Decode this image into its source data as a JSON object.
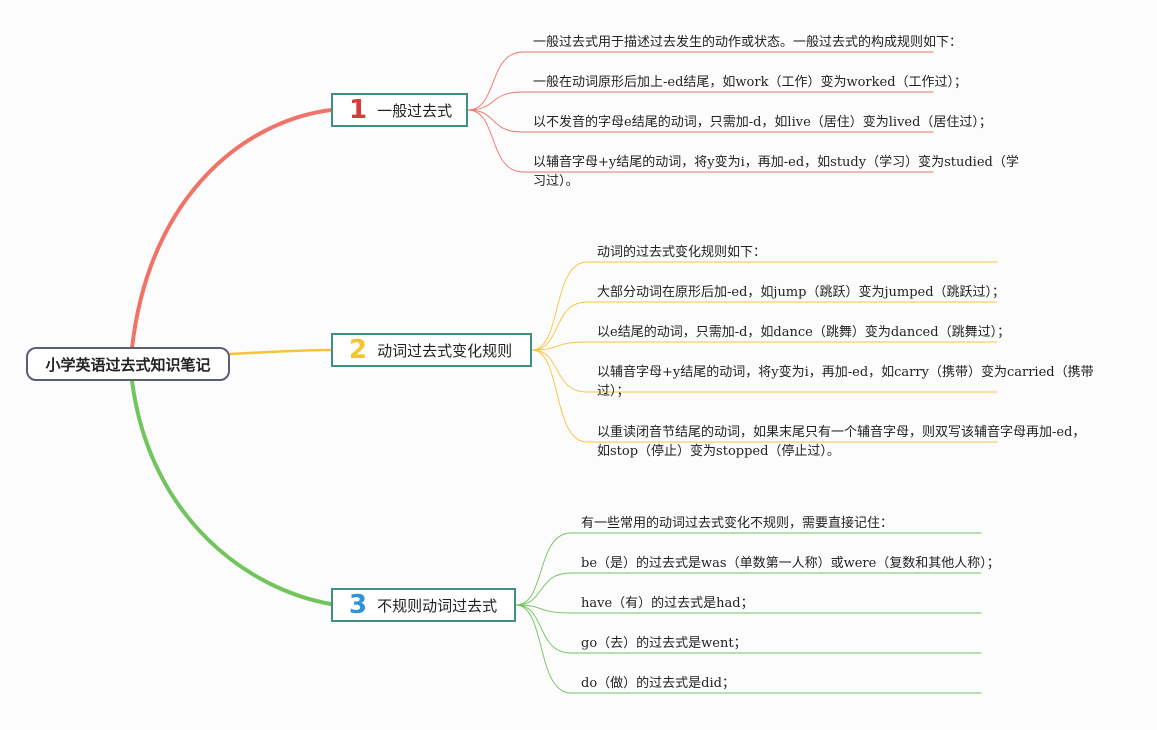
{
  "root": {
    "label": "小学英语过去式知识笔记"
  },
  "branches": [
    {
      "number": "1",
      "label": "一般过去式",
      "color": "#f07368",
      "number_color": "#d93a3a",
      "leaves": [
        "一般过去式用于描述过去发生的动作或状态。一般过去式的构成规则如下：",
        "一般在动词原形后加上-ed结尾，如work（工作）变为worked（工作过）；",
        "以不发音的字母e结尾的动词，只需加-d，如live（居住）变为lived（居住过）；",
        "以辅音字母+y结尾的动词，将y变为i，再加-ed，如study（学习）变为studied（学习过）。"
      ]
    },
    {
      "number": "2",
      "label": "动词过去式变化规则",
      "color": "#f8c33c",
      "number_color": "#f5c431",
      "leaves": [
        "动词的过去式变化规则如下：",
        "大部分动词在原形后加-ed，如jump（跳跃）变为jumped（跳跃过）；",
        "以e结尾的动词，只需加-d，如dance（跳舞）变为danced（跳舞过）；",
        "以辅音字母+y结尾的动词，将y变为i，再加-ed，如carry（携带）变为carried（携带过）；",
        "以重读闭音节结尾的动词，如果末尾只有一个辅音字母，则双写该辅音字母再加-ed，如stop（停止）变为stopped（停止过）。"
      ]
    },
    {
      "number": "3",
      "label": "不规则动词过去式",
      "color": "#72c45c",
      "number_color": "#2f93d8",
      "leaves": [
        "有一些常用的动词过去式变化不规则，需要直接记住：",
        "be（是）的过去式是was（单数第一人称）或were（复数和其他人称）；",
        "have（有）的过去式是had；",
        "go（去）的过去式是went；",
        "do（做）的过去式是did；"
      ]
    }
  ]
}
